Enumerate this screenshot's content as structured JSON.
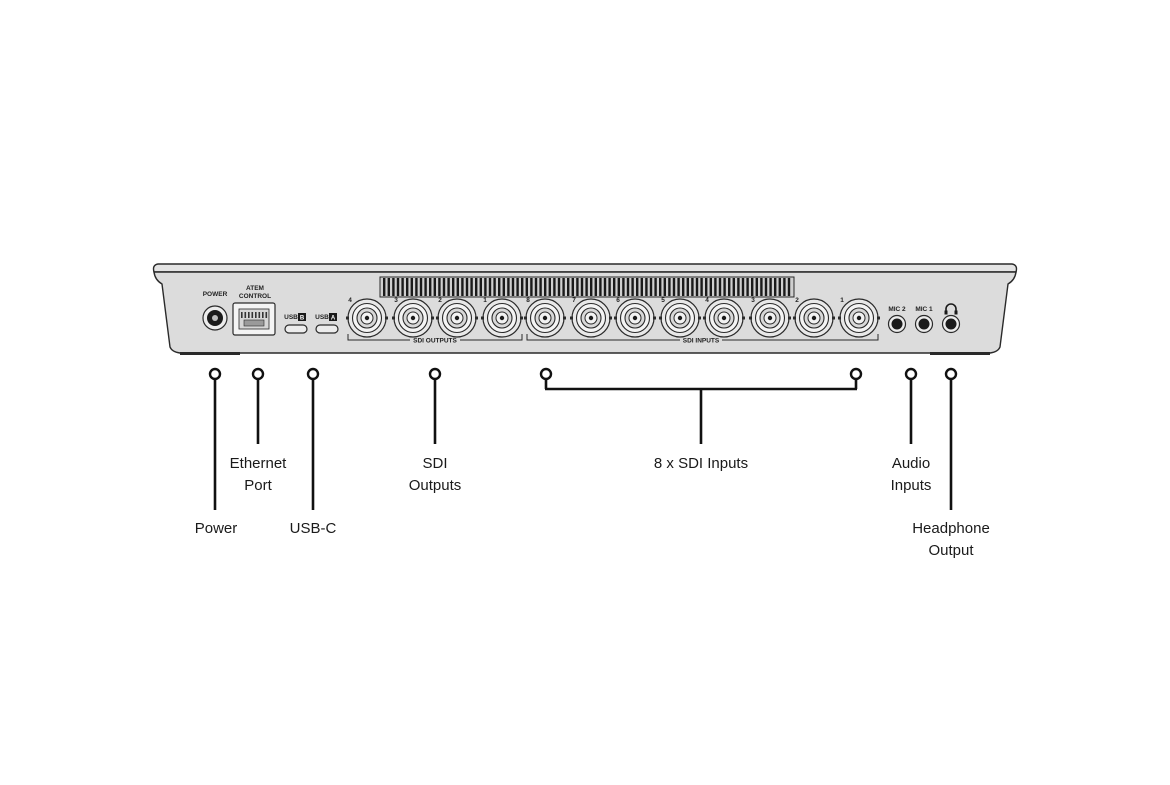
{
  "device": {
    "power_label": "POWER",
    "atem_control_label": [
      "ATEM",
      "CONTROL"
    ],
    "usb_b_label": "USB",
    "usb_b_badge": "B",
    "usb_a_label": "USB",
    "usb_a_badge": "A",
    "sdi_outputs_group_label": "SDI OUTPUTS",
    "sdi_inputs_group_label": "SDI INPUTS",
    "sdi_output_numbers": [
      "4",
      "3",
      "2",
      "1"
    ],
    "sdi_input_numbers": [
      "8",
      "7",
      "6",
      "5",
      "4",
      "3",
      "2",
      "1"
    ],
    "mic2_label": "MIC 2",
    "mic1_label": "MIC 1",
    "headphone_icon": "headphone-icon"
  },
  "callouts": {
    "power": "Power",
    "ethernet": [
      "Ethernet",
      "Port"
    ],
    "usb_c": "USB-C",
    "sdi_outputs": [
      "SDI",
      "Outputs"
    ],
    "sdi_inputs": "8 x SDI Inputs",
    "audio_inputs": [
      "Audio",
      "Inputs"
    ],
    "headphone_output": [
      "Headphone",
      "Output"
    ]
  }
}
